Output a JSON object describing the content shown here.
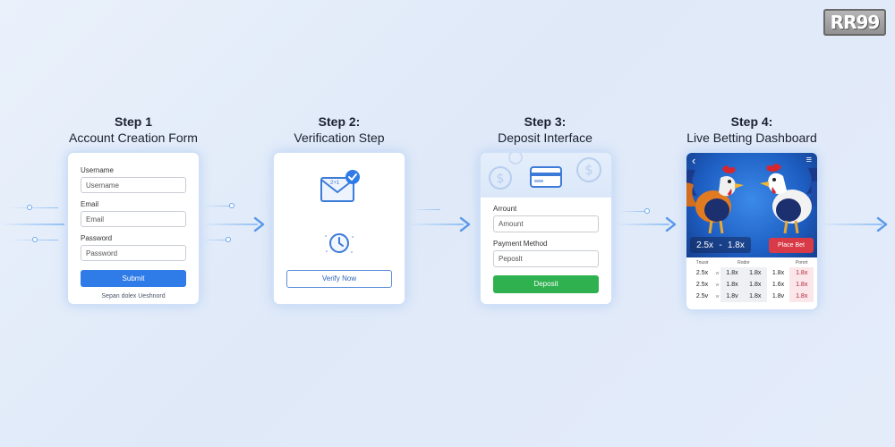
{
  "logo": {
    "text": "RR99"
  },
  "steps": [
    {
      "num": "Step 1",
      "title": "Account Creation Form"
    },
    {
      "num": "Step 2:",
      "title": "Verification Step"
    },
    {
      "num": "Step 3:",
      "title": "Deposit Interface"
    },
    {
      "num": "Step 4:",
      "title": "Live Betting Dashboard"
    }
  ],
  "signup": {
    "username_label": "Username",
    "username_placeholder": "Username",
    "email_label": "Email",
    "email_placeholder": "Email",
    "password_label": "Password",
    "password_placeholder": "Password",
    "submit_label": "Submit",
    "footer_link": "Sepan dolex Ueshnord"
  },
  "verify": {
    "email_badge": "2+1",
    "button_label": "Verify Now"
  },
  "deposit": {
    "amount_label": "Arrount",
    "amount_placeholder": "Amount",
    "method_label": "Payment Method",
    "method_placeholder": "Peposlt",
    "button_label": "Deposit"
  },
  "dashboard": {
    "back_glyph": "‹",
    "menu_glyph": "≡",
    "odds_left": "2.5x",
    "odds_separator": "-",
    "odds_right": "1.8x",
    "place_bet_label": "Place Bet",
    "columns": [
      "Tnusir",
      "",
      "Rodor",
      "",
      "Porort"
    ],
    "rows": [
      [
        "2.5x",
        "w",
        "1.8x",
        "1.8x",
        "1.8x",
        "1.8x"
      ],
      [
        "2.5x",
        "w",
        "1.8x",
        "1.8x",
        "1.6x",
        "1.8x"
      ],
      [
        "2.5v",
        "w",
        "1.8v",
        "1.8x",
        "1.8v",
        "1.8x"
      ]
    ]
  },
  "colors": {
    "primary_blue": "#2f7be8",
    "deposit_green": "#2fb14f",
    "place_bet_red": "#d83a48",
    "dashboard_blue": "#1e5fc4"
  }
}
